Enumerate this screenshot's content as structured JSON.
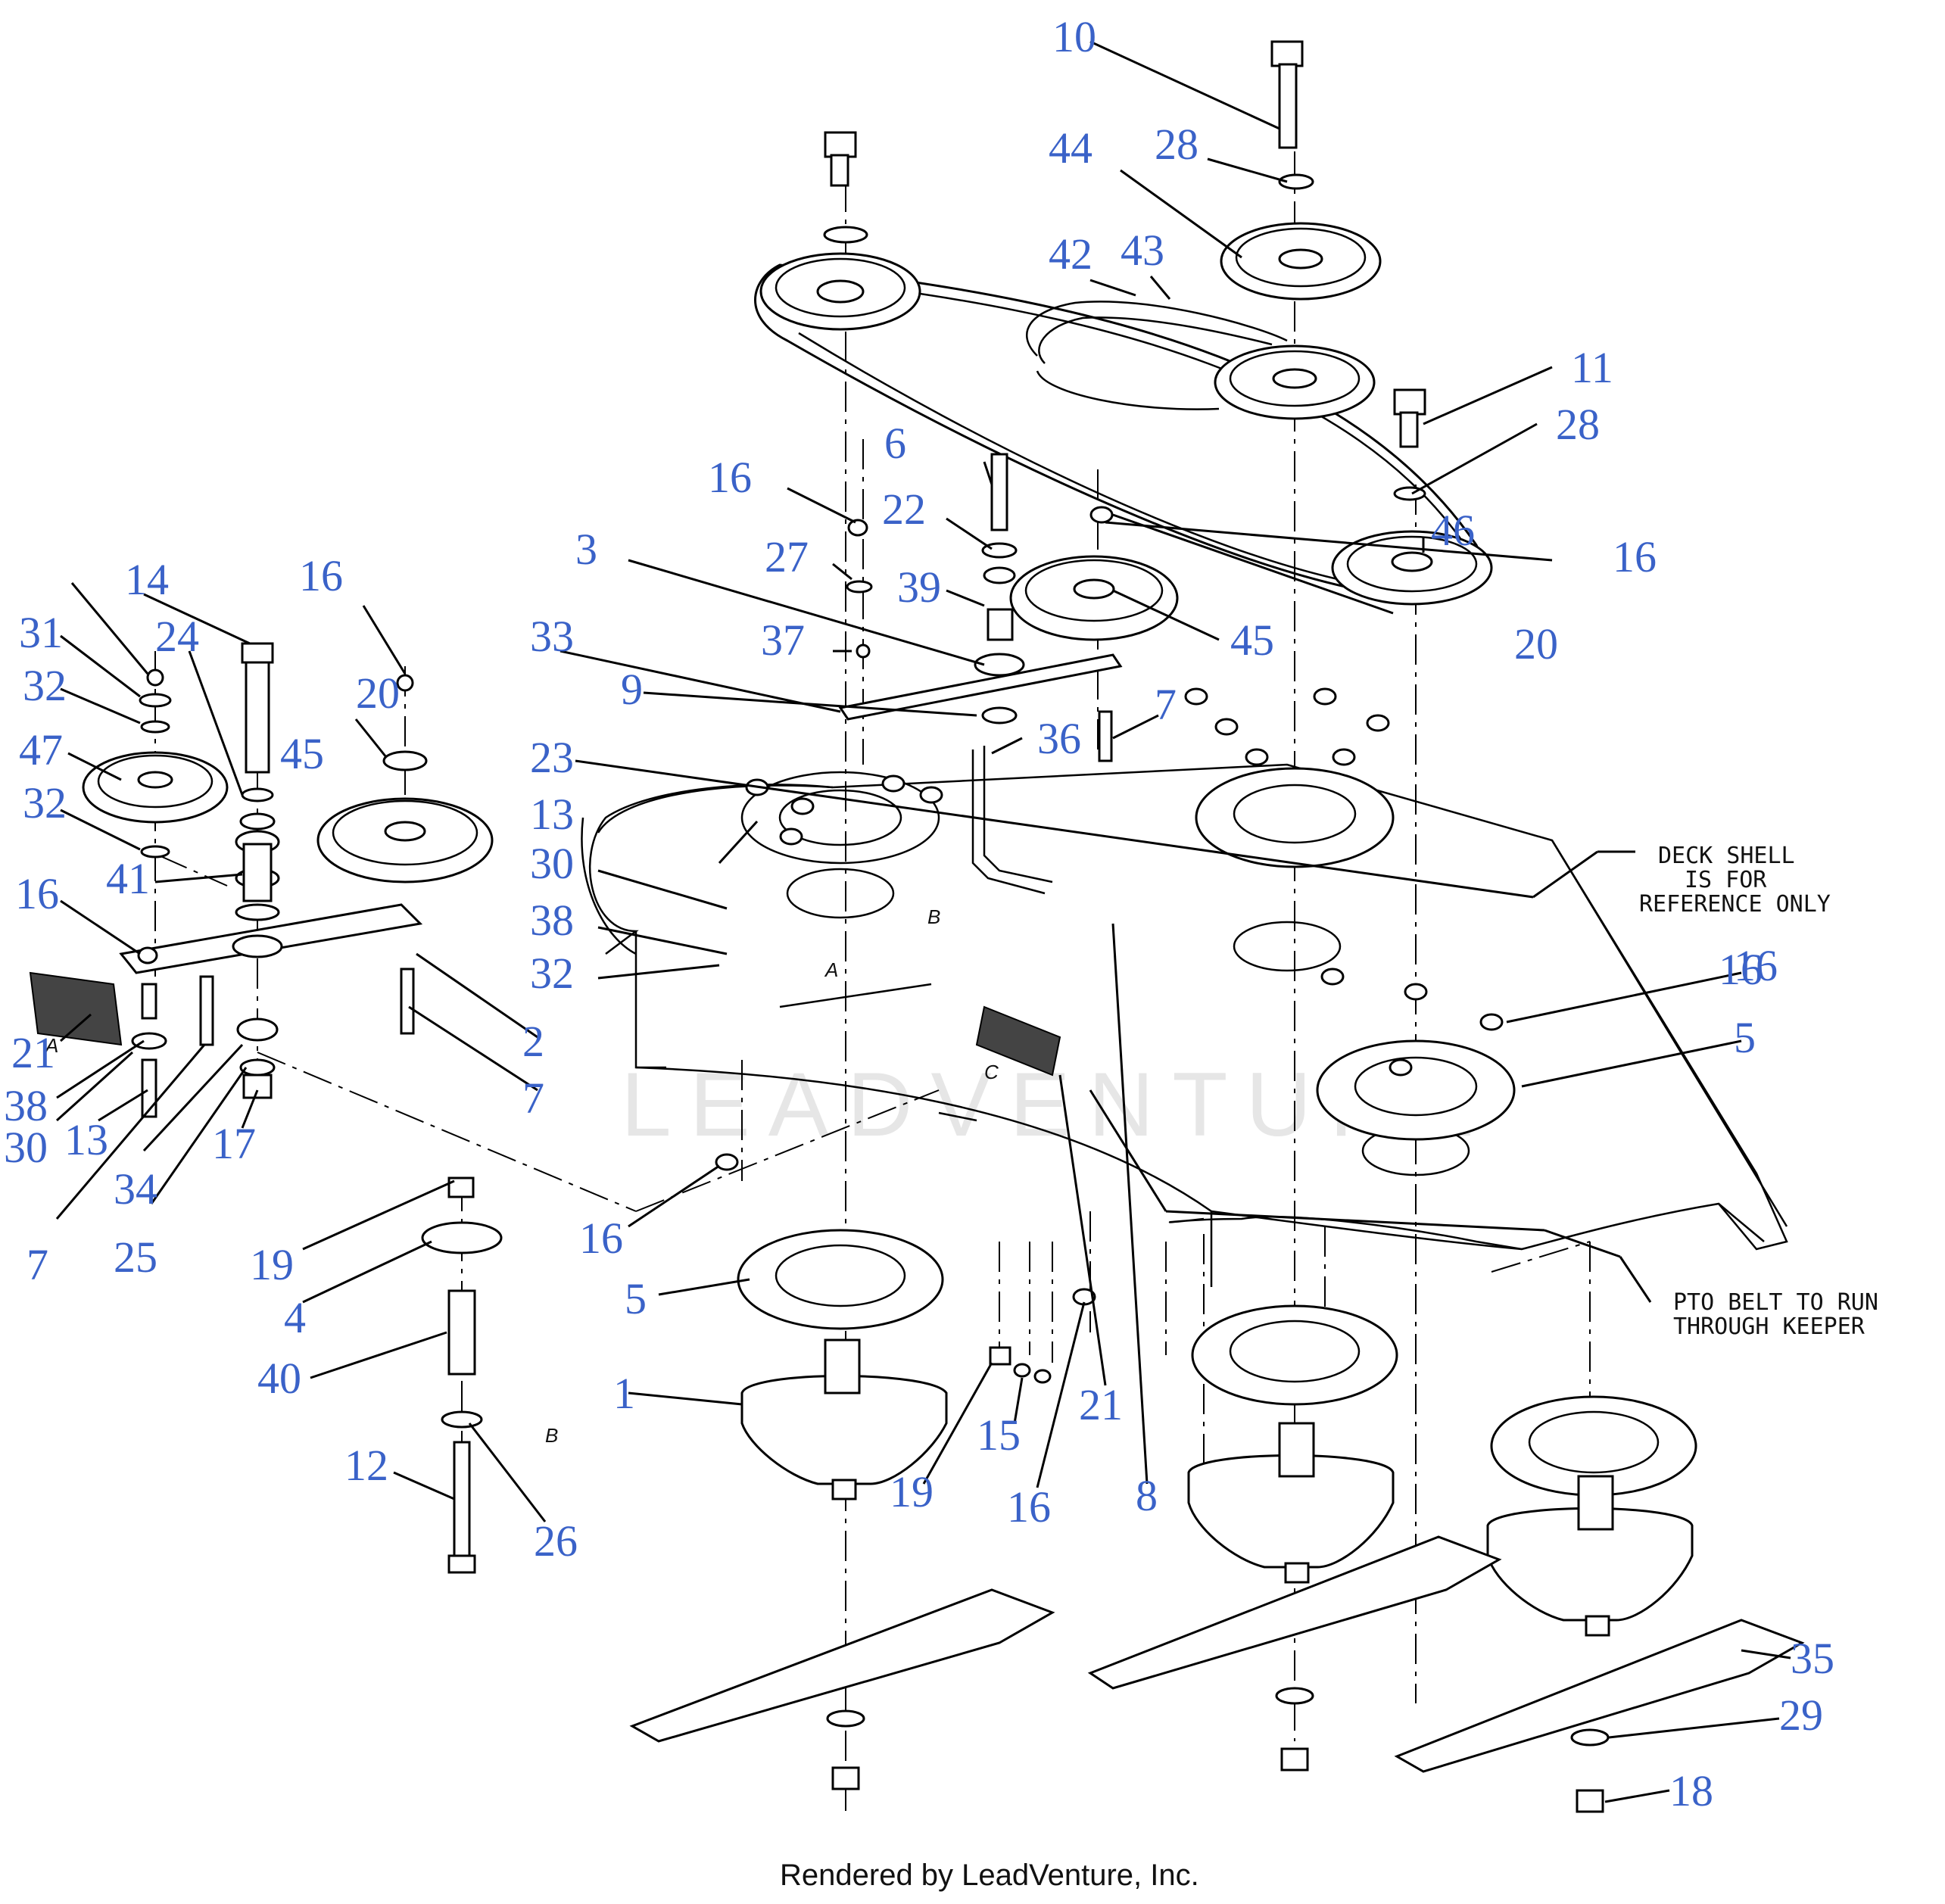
{
  "diagram": {
    "watermark": "LEADVENTURE",
    "footer": "Rendered by LeadVenture, Inc.",
    "notes": {
      "deck_shell": [
        "DECK SHELL",
        "IS FOR",
        "REFERENCE ONLY"
      ],
      "pto_belt": [
        "PTO BELT TO RUN",
        "THROUGH KEEPER"
      ]
    },
    "reference_letters": [
      "A",
      "A",
      "B",
      "B",
      "C"
    ],
    "callouts": [
      "10",
      "28",
      "44",
      "43",
      "42",
      "11",
      "28",
      "6",
      "16",
      "22",
      "46",
      "16",
      "3",
      "27",
      "39",
      "20",
      "45",
      "33",
      "37",
      "9",
      "7",
      "36",
      "23",
      "16",
      "14",
      "16",
      "20",
      "31",
      "24",
      "32",
      "47",
      "45",
      "32",
      "41",
      "13",
      "30",
      "38",
      "32",
      "16",
      "21",
      "2",
      "38",
      "30",
      "13",
      "7",
      "17",
      "34",
      "25",
      "7",
      "16",
      "19",
      "4",
      "5",
      "40",
      "1",
      "15",
      "12",
      "26",
      "19",
      "16",
      "21",
      "8",
      "35",
      "29",
      "18",
      "16",
      "5"
    ]
  }
}
